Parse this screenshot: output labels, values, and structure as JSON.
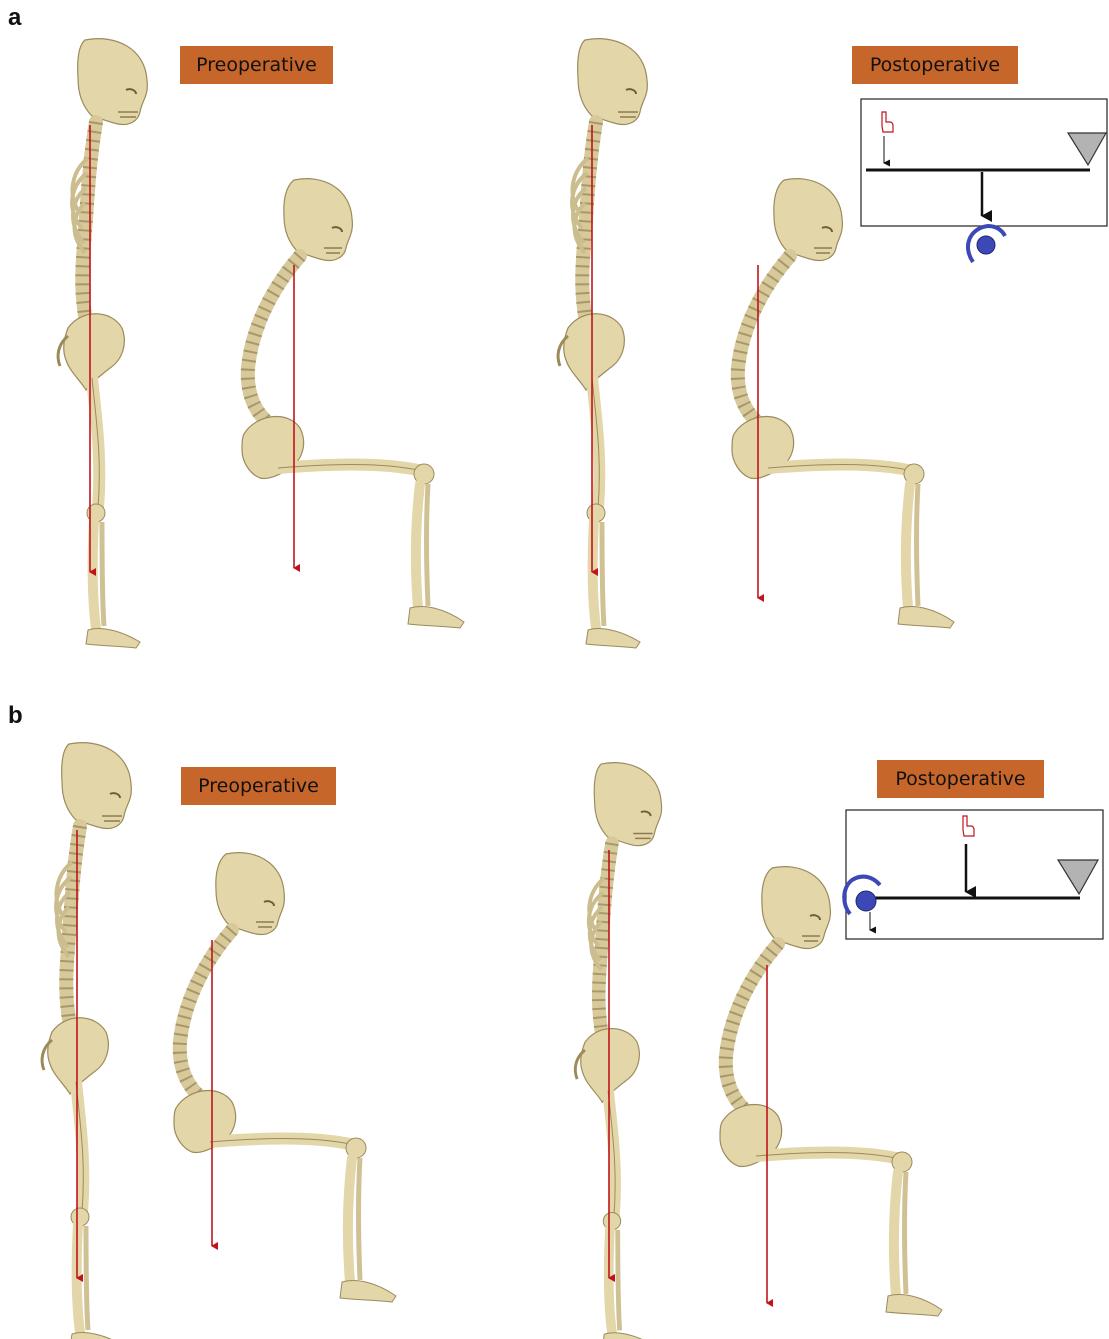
{
  "panel_a": {
    "letter": "a",
    "left_label": "Preoperative",
    "right_label": "Postoperative",
    "figures": [
      "standing-skeleton",
      "sitting-skeleton",
      "standing-skeleton",
      "sitting-skeleton"
    ]
  },
  "panel_b": {
    "letter": "b",
    "left_label": "Preoperative",
    "right_label": "Postoperative",
    "figures": [
      "standing-skeleton",
      "sitting-skeleton",
      "standing-skeleton",
      "sitting-skeleton"
    ]
  },
  "colors": {
    "bone": "#e3d6a8",
    "bone_shadow": "#b7a676",
    "gravity_line": "#c0141c",
    "label_bg": "#c7662a",
    "pivot_blue": "#3b48b5",
    "fulcrum_gray": "#b3b3b3"
  },
  "icons": {
    "force": "pointing-hand-icon",
    "fulcrum": "triangle-fulcrum-icon",
    "moment": "curved-moment-arrow-icon"
  }
}
